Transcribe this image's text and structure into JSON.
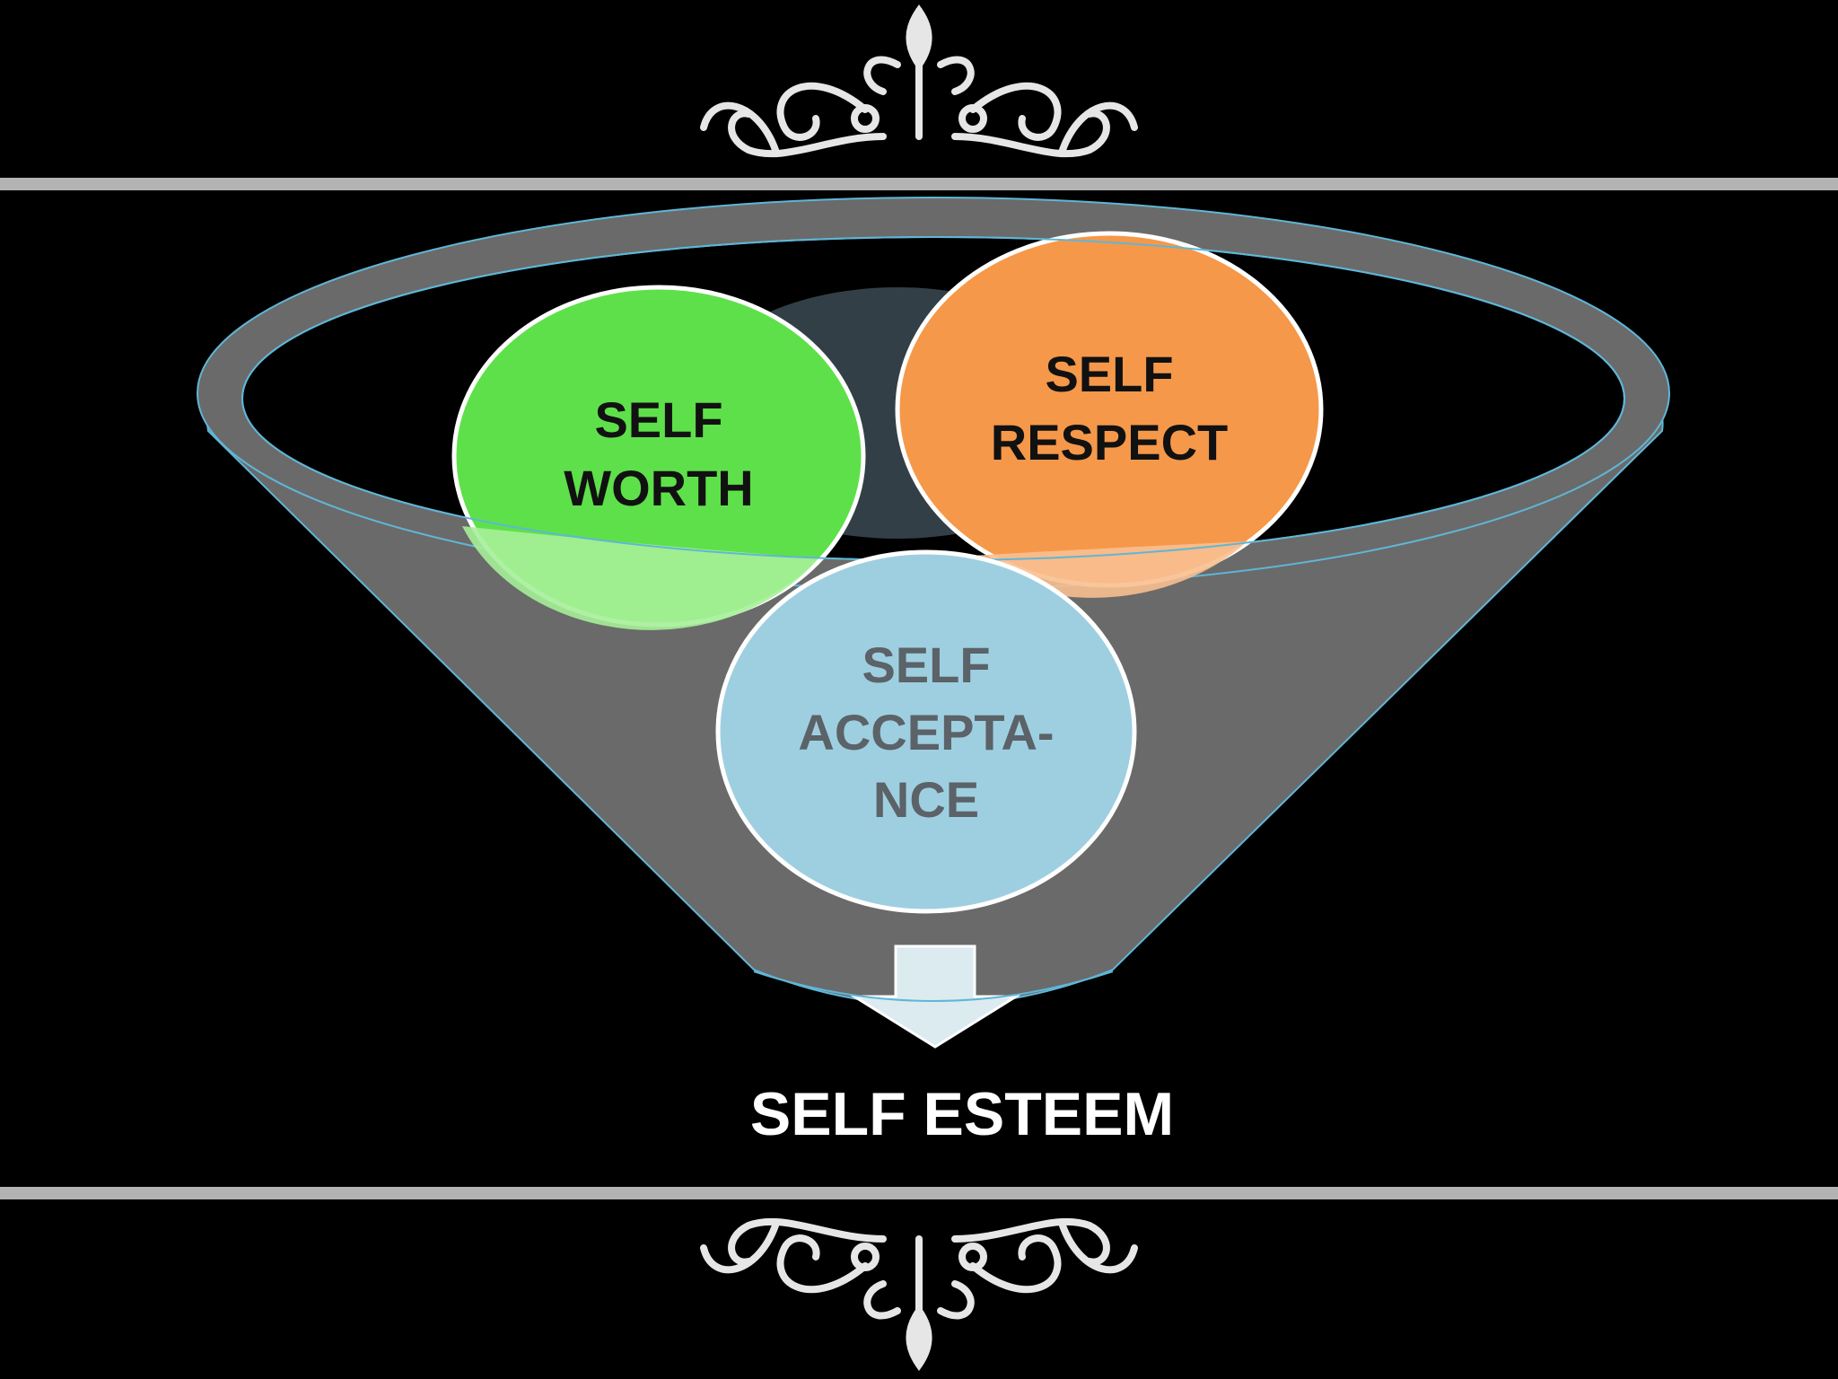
{
  "diagram": {
    "colors": {
      "background": "#000000",
      "band": "#b3b3b3",
      "funnel_fill": "#6a6a6a",
      "funnel_outline": "#5fb6d6",
      "self_worth": "#5ee04a",
      "self_respect": "#f5984a",
      "self_acceptance": "#9ecfe0",
      "arrow": "#dcebf0",
      "ornament": "#e6e6e6"
    },
    "circles": {
      "self_worth": {
        "line1": "SELF",
        "line2": "WORTH"
      },
      "self_respect": {
        "line1": "SELF",
        "line2": "RESPECT"
      },
      "self_acceptance": {
        "line1": "SELF",
        "line2": "ACCEPTA-",
        "line3": "NCE"
      }
    },
    "result": {
      "label": "SELF ESTEEM"
    },
    "icons": {
      "top_ornament": "scroll-ornament-icon",
      "bottom_ornament": "scroll-ornament-icon",
      "arrow": "down-arrow-icon"
    }
  }
}
